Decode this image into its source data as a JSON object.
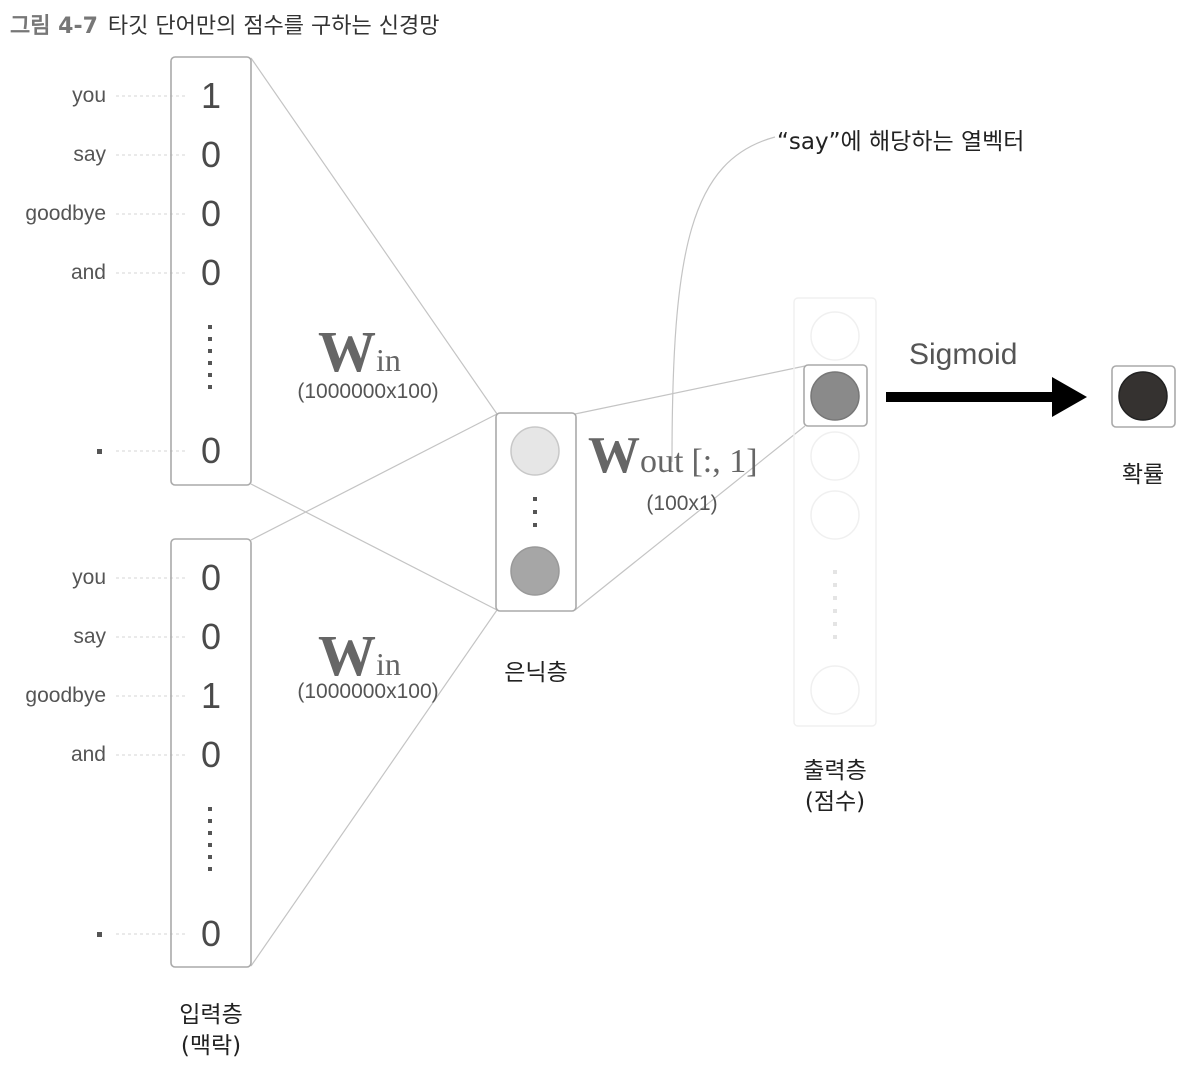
{
  "figure": {
    "number": "그림 4-7",
    "title": "타깃 단어만의 점수를 구하는 신경망"
  },
  "input_layers": [
    {
      "words": [
        "you",
        "say",
        "goodbye",
        "and"
      ],
      "last_word": ".",
      "values": [
        "1",
        "0",
        "0",
        "0",
        "0"
      ]
    },
    {
      "words": [
        "you",
        "say",
        "goodbye",
        "and"
      ],
      "last_word": ".",
      "values": [
        "0",
        "0",
        "1",
        "0",
        "0"
      ]
    }
  ],
  "win": [
    {
      "symbol": "W",
      "subscript": "in",
      "dims": "(1000000x100)"
    },
    {
      "symbol": "W",
      "subscript": "in",
      "dims": "(1000000x100)"
    }
  ],
  "wout": {
    "symbol": "W",
    "subscript": "out",
    "index": "[:, 1]",
    "dims": "(100x1)"
  },
  "annotation": "“say”에 해당하는 열벡터",
  "activation": "Sigmoid",
  "labels": {
    "input": [
      "입력층",
      "(맥락)"
    ],
    "hidden": "은닉층",
    "output": [
      "출력층",
      "(점수)"
    ],
    "probability": "확률"
  },
  "colors": {
    "node_light": "#e6e6e6",
    "node_mid": "#a6a6a6",
    "node_target": "#8a8a8a",
    "node_prob": "#353230",
    "box_border": "#aaaaaa",
    "arrow": "#000000"
  }
}
